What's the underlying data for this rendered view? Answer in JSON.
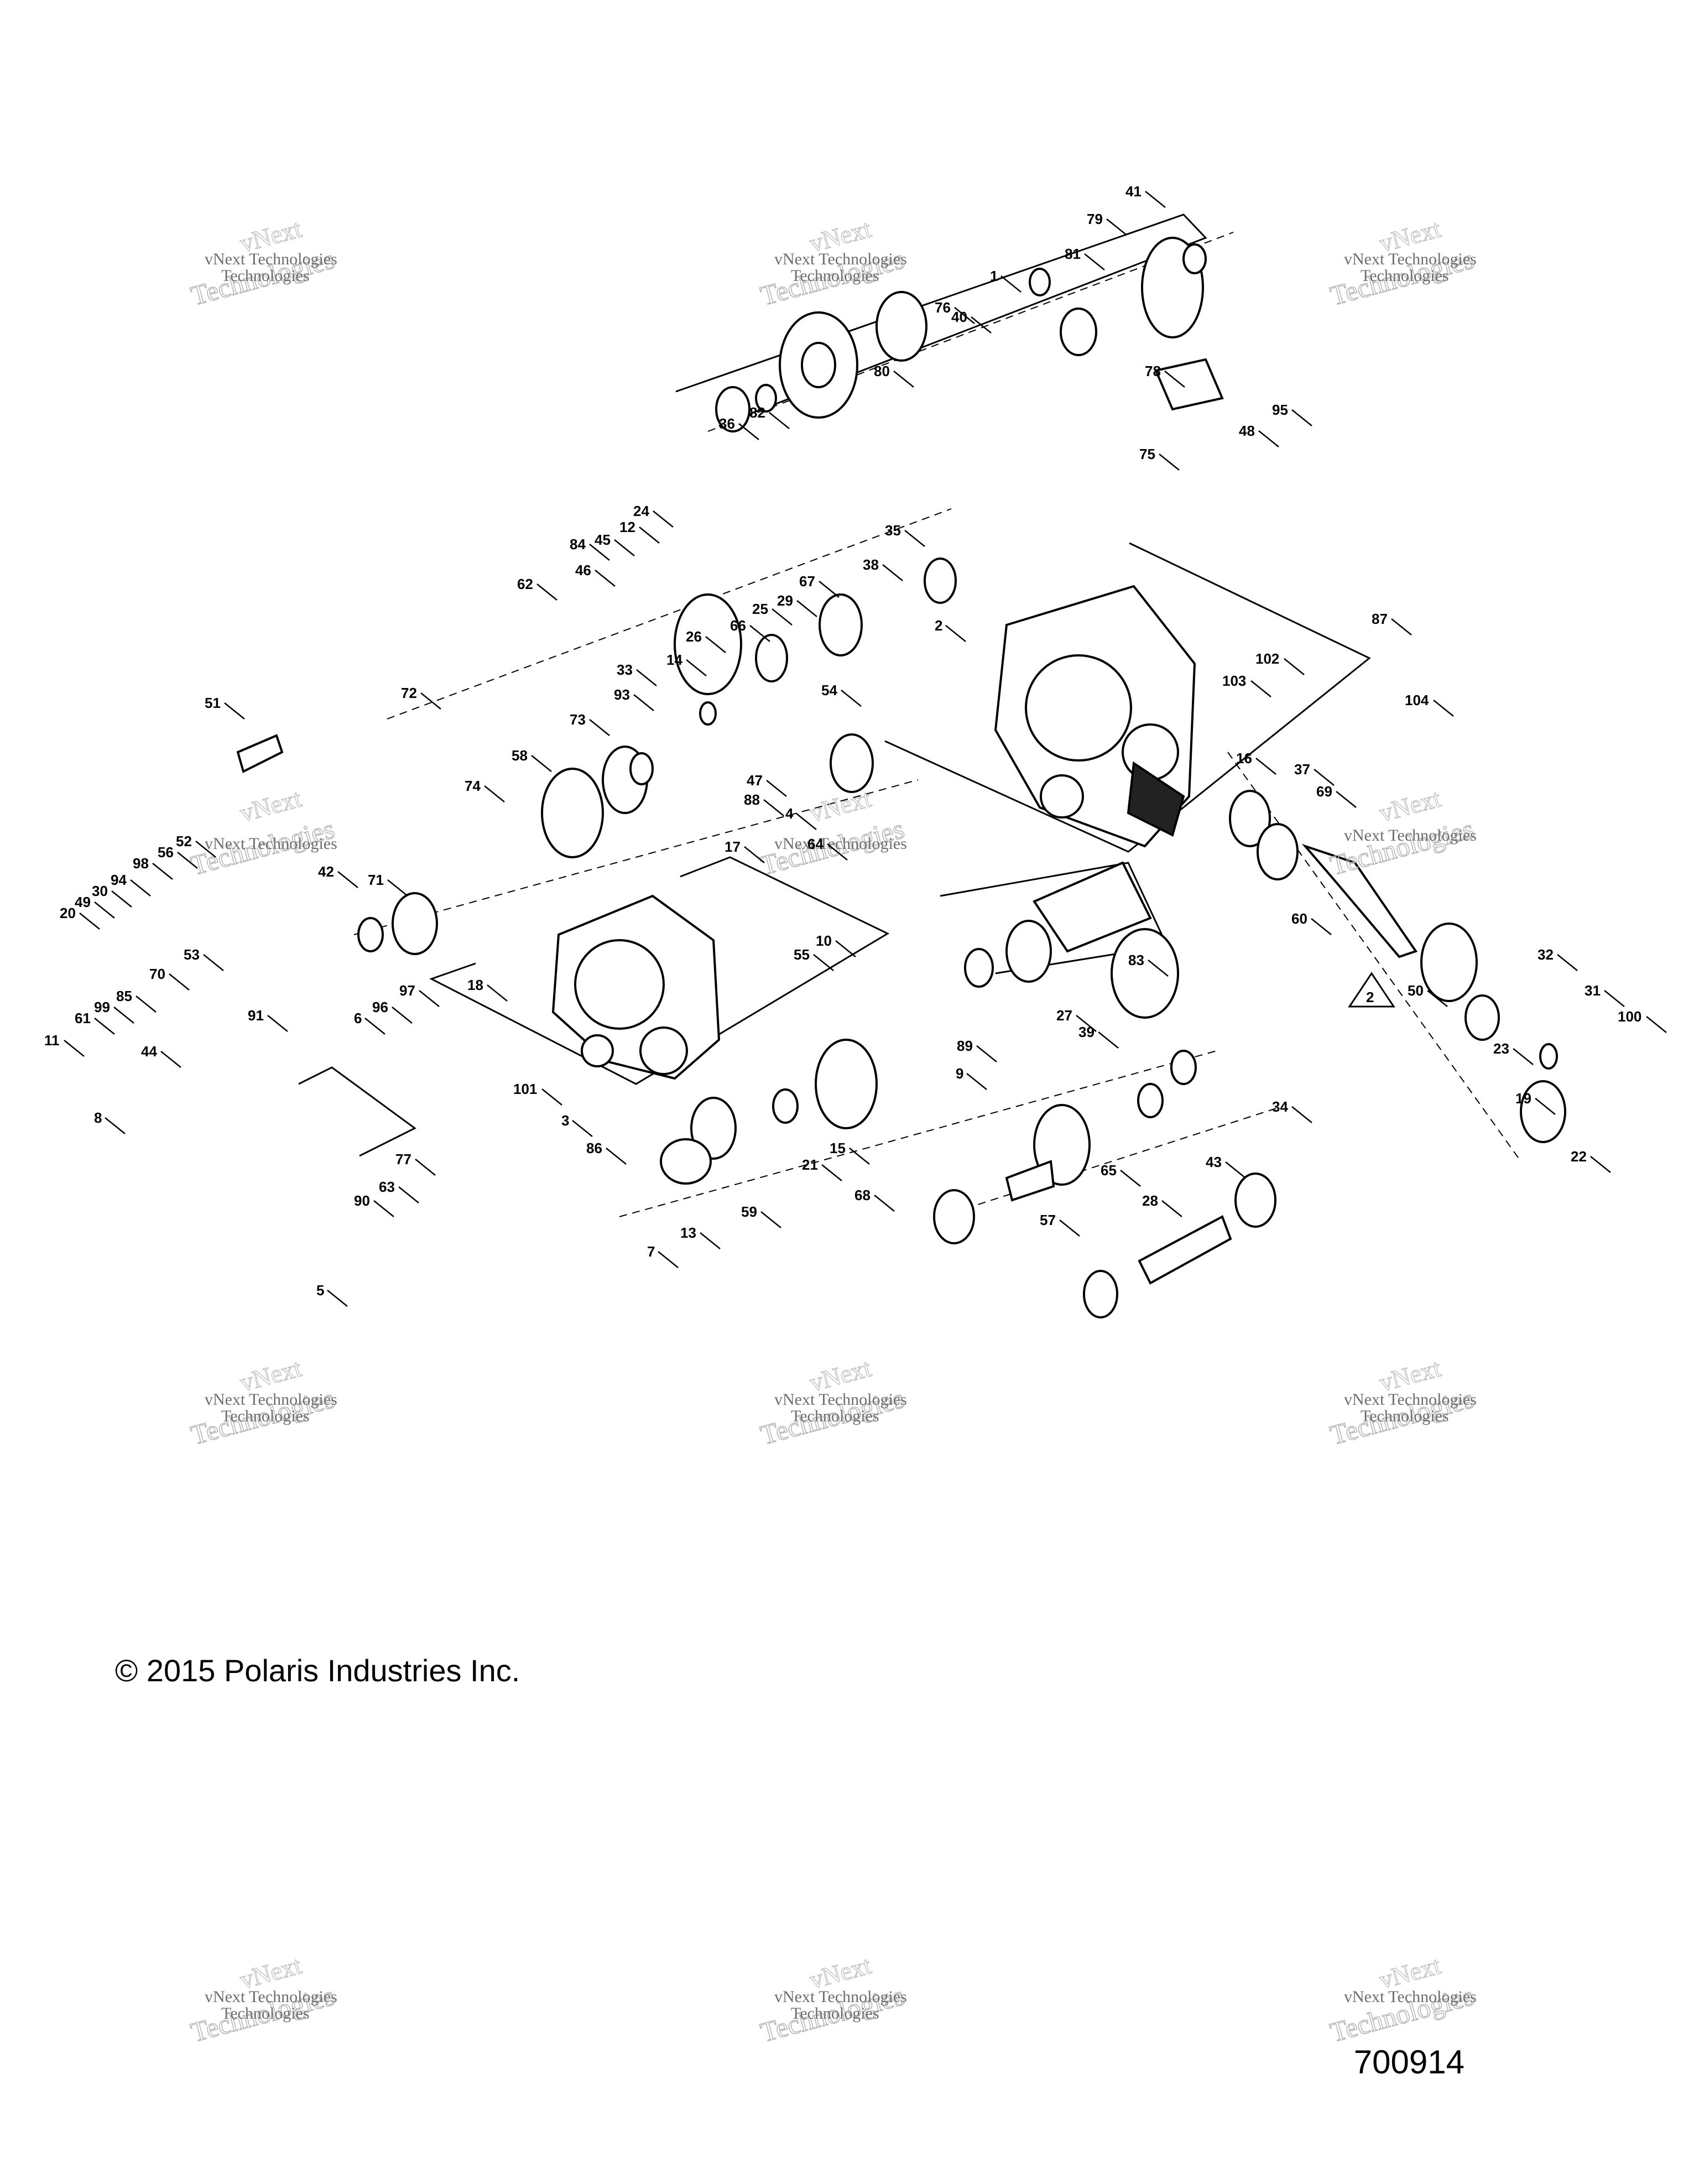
{
  "copyright": "© 2015 Polaris Industries Inc.",
  "document_number": "700914",
  "watermark": {
    "line1": "vNext",
    "line2": "vNext Technologies",
    "line3": "Technologies"
  },
  "callouts": [
    "1",
    "2",
    "3",
    "4",
    "5",
    "6",
    "7",
    "8",
    "9",
    "10",
    "11",
    "12",
    "13",
    "14",
    "15",
    "16",
    "17",
    "18",
    "19",
    "20",
    "21",
    "22",
    "23",
    "24",
    "25",
    "26",
    "27",
    "28",
    "29",
    "30",
    "31",
    "32",
    "33",
    "34",
    "35",
    "36",
    "37",
    "38",
    "39",
    "40",
    "41",
    "42",
    "43",
    "44",
    "45",
    "46",
    "47",
    "48",
    "49",
    "50",
    "51",
    "52",
    "53",
    "54",
    "55",
    "56",
    "57",
    "58",
    "59",
    "60",
    "61",
    "62",
    "63",
    "64",
    "65",
    "66",
    "67",
    "68",
    "69",
    "70",
    "71",
    "72",
    "73",
    "74",
    "75",
    "76",
    "77",
    "78",
    "79",
    "80",
    "81",
    "82",
    "83",
    "84",
    "85",
    "86",
    "87",
    "88",
    "89",
    "90",
    "91",
    "93",
    "94",
    "95",
    "96",
    "97",
    "98",
    "99",
    "100",
    "101",
    "102",
    "103",
    "104"
  ],
  "note_symbol": "2"
}
